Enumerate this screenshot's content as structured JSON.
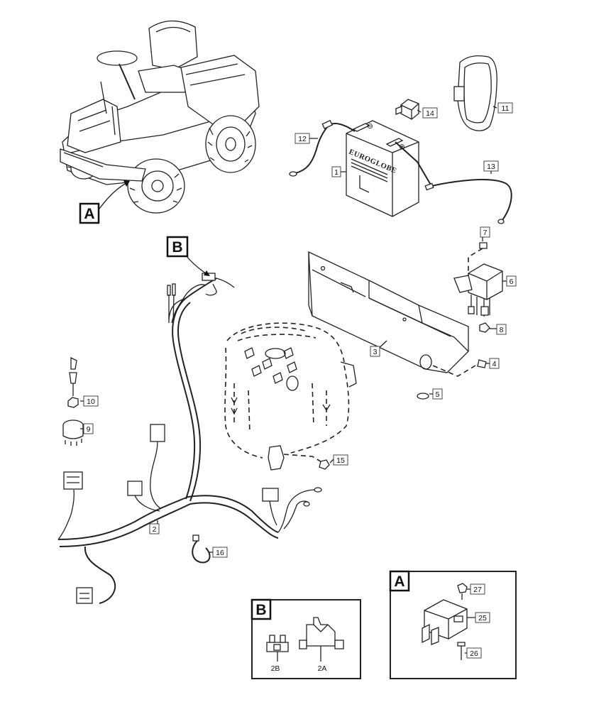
{
  "callouts": {
    "c1": "1",
    "c2": "2",
    "c3": "3",
    "c4": "4",
    "c5": "5",
    "c6": "6",
    "c7": "7",
    "c8": "8",
    "c9": "9",
    "c10": "10",
    "c11": "11",
    "c12": "12",
    "c13": "13",
    "c14": "14",
    "c15": "15",
    "c16": "16",
    "c2A": "2A",
    "c2B": "2B",
    "c25": "25",
    "c26": "26",
    "c27": "27"
  },
  "view_labels": {
    "A_main": "A",
    "B_main": "B",
    "A_inset": "A",
    "B_inset": "B"
  },
  "battery_brand": "EUROGLOBE",
  "battery_terminals": {
    "negative": "⊖",
    "positive": "⊕"
  }
}
